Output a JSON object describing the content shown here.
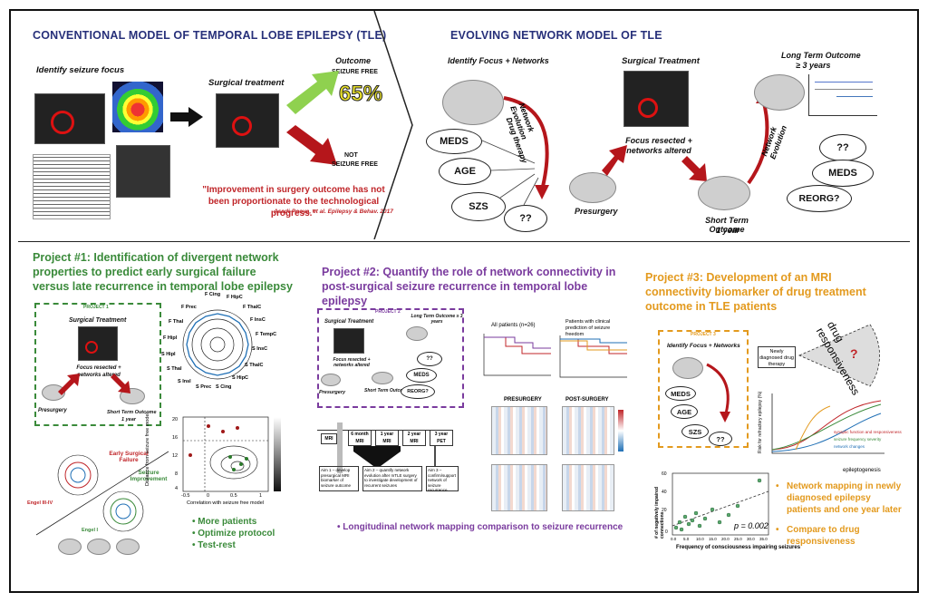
{
  "header": {
    "left_title": "CONVENTIONAL MODEL OF TEMPORAL LOBE EPILEPSY (TLE)",
    "right_title": "EVOLVING NETWORK MODEL OF TLE"
  },
  "conventional": {
    "identify_label": "Identify seizure focus",
    "surgical_label": "Surgical treatment",
    "outcome_label": "Outcome",
    "seizure_free_label": "SEIZURE FREE",
    "percent": "65%",
    "not_label": "NOT",
    "not_free_label": "SEIZURE FREE",
    "quote": "\"Improvement in surgery outcome has not been proportionate to the technological progress.\"",
    "citation": "Asadi-Pooya, et al. Epilepsy & Behav. 2017"
  },
  "evolving": {
    "identify_label": "Identify Focus + Networks",
    "surgical_label": "Surgical Treatment",
    "long_term_label": "Long Term Outcome",
    "long_term_years": "≥ 3 years",
    "focus_resected": "Focus resected + networks altered",
    "presurgery": "Presurgery",
    "short_term": "Short Term Outcome",
    "short_term_years": "1 year",
    "network_evolution": "Network Evolution",
    "drug_therapy": "Drug therapy",
    "network_evolution2": "Network Evolution",
    "factors_left": [
      "MEDS",
      "AGE",
      "SZS",
      "??"
    ],
    "factors_right": [
      "??",
      "MEDS",
      "REORG?"
    ]
  },
  "project1": {
    "title": "Project #1: Identification of divergent network properties to predict early surgical failure versus late recurrence in temporal lobe epilepsy",
    "box_tag": "PROJECT 1",
    "surgical": "Surgical Treatment",
    "focus": "Focus resected + networks altered",
    "presurgery": "Presurgery",
    "short_term": "Short Term Outcome",
    "one_year": "1 year",
    "radar_labels": [
      "F Cing",
      "F HipC",
      "F ThalC",
      "F InsC",
      "F TempC",
      "S InsC",
      "S ThalC",
      "S HipC",
      "S Cing",
      "S Prec",
      "S Insl",
      "S Thal",
      "S Hipl",
      "F Hipl",
      "F Thal",
      "F Prec"
    ],
    "early_failure": "Early Surgical Failure",
    "seizure_improvement": "Seizure Improvement",
    "engel": "Engel III-IV",
    "engel2": "Engel I",
    "scatter_xlabel": "Correlation with seizure free model",
    "scatter_ylabel": "Distance from seizure free model",
    "scatter_y_ticks": [
      "20",
      "16",
      "12",
      "8",
      "4"
    ],
    "scatter_x_ticks": [
      "-0.5",
      "0",
      "0.5",
      "1"
    ],
    "bullets": [
      "More patients",
      "Optimize protocol",
      "Test-rest"
    ]
  },
  "project2": {
    "title": "Project #2: Quantify the role of network connectivity in post-surgical seizure recurrence in temporal lobe epilepsy",
    "box_tag": "PROJECT 2",
    "surgical": "Surgical Treatment",
    "focus": "Focus resected + networks altered",
    "long_term": "Long Term Outcome ≥ 3 years",
    "presurgery": "Presurgery",
    "short_term": "Short Term Outcome",
    "factors": [
      "??",
      "MEDS",
      "REORG?"
    ],
    "chart1_title": "All patients (n=26)",
    "chart2_title": "Patients with clinical prediction of seizure freedom",
    "heat_pre": "PRESURGERY",
    "heat_post": "POST-SURGERY",
    "timeline_labels": [
      "MRI",
      "6 month MRI",
      "1 year MRI",
      "2 year MRI",
      "3 year PET"
    ],
    "aims": [
      "Aim 1 – develop presurgical MRI biomarker of seizure outcome",
      "Aim 2 – quantify network evolution after mTLE surgery to investigate development of recurrent seizures",
      "Aim 3 – confirm/support network of seizure recurrence"
    ],
    "bullet": "Longitudinal network mapping comparison to seizure recurrence"
  },
  "project3": {
    "title": "Project #3: Development of an MRI connectivity biomarker of drug treatment outcome in TLE patients",
    "box_tag": "PROJECT 3",
    "identify": "Identify Focus + Networks",
    "factors": [
      "MEDS",
      "AGE",
      "SZS",
      "??"
    ],
    "newly": "Newly diagnosed drug therapy",
    "drug_resp": "drug responsiveness",
    "qmark": "?",
    "curve_xlabel": "epileptogenesis",
    "curve_ylabel": "Risk for refractory epilepsy (%)",
    "legend": [
      "synaptic function and responsiveness",
      "seizure frequency severity",
      "network changes"
    ],
    "scatter_ylabel": "# of negatively impaired connections",
    "scatter_xlabel": "Frequency of consciousness impairing seizures",
    "scatter_x_ticks": [
      "0.0",
      "5.0",
      "10.0",
      "15.0",
      "20.0",
      "25.0",
      "30.0",
      "35.0"
    ],
    "scatter_y_ticks": [
      "60",
      "40",
      "20",
      "0"
    ],
    "pvalue": "p = 0.002",
    "bullets": [
      "Network mapping in newly diagnosed epilepsy patients and one year later",
      "Compare to drug responsiveness"
    ]
  },
  "colors": {
    "blue_title": "#27307a",
    "green": "#3a8a3a",
    "purple": "#7a3b9e",
    "orange": "#e39a1e",
    "red": "#c0262a",
    "arrow_green": "#8fd14f",
    "arrow_red": "#b5161b"
  }
}
